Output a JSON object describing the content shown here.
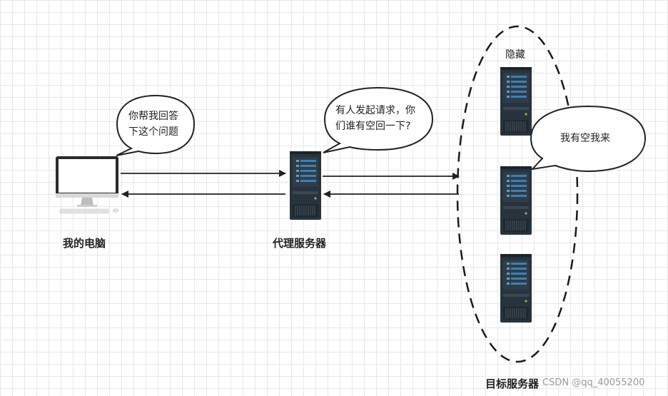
{
  "nodes": {
    "my_computer_label": "我的电脑",
    "proxy_server_label": "代理服务器",
    "target_servers_label": "目标服务器"
  },
  "hidden_label": "隐藏",
  "bubbles": {
    "computer": {
      "line1": "你帮我回答",
      "line2": "下这个问题"
    },
    "proxy": {
      "line1": "有人发起请求，你",
      "line2": "们谁有空回一下?"
    },
    "target": {
      "line1": "我有空我来"
    }
  },
  "watermark": "CSDN @qq_40055200",
  "colors": {
    "server_body": "#27333d",
    "server_panel": "#3f7fb3",
    "line": "#222222"
  }
}
